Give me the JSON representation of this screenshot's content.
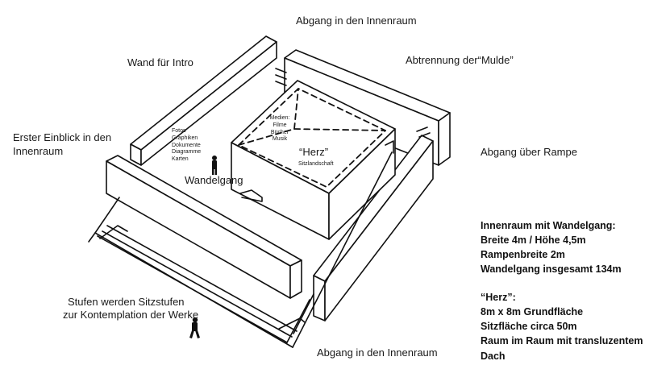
{
  "labels": {
    "abgang_top": "Abgang in den Innenraum",
    "wand_intro": "Wand für Intro",
    "abtrennung": "Abtrennung der“Mulde”",
    "erster_einblick_1": "Erster Einblick in den",
    "erster_einblick_2": "Innenraum",
    "abgang_rampe": "Abgang über Rampe",
    "wandelgang": "Wandelgang",
    "herz": "“Herz”",
    "sitzlandschaft": "Sitzlandschaft",
    "stufen_1": "Stufen werden Sitzstufen",
    "stufen_2": "zur Kontemplation der Werke",
    "abgang_bottom": "Abgang in den Innenraum"
  },
  "wall_list": [
    "Fotos",
    "Graphiken",
    "Dokumente",
    "Diagramme",
    "Karten"
  ],
  "medien": [
    "Medien:",
    "Filme",
    "Bücher",
    "Musik"
  ],
  "spec_innenraum": [
    "Innenraum mit Wandelgang:",
    "Breite 4m / Höhe 4,5m",
    "Rampenbreite 2m",
    "Wandelgang insgesamt 134m"
  ],
  "spec_herz": [
    "“Herz”:",
    "8m x 8m Grundfläche",
    "Sitzfläche circa 50m",
    "Raum im Raum mit transluzentem",
    "Dach"
  ],
  "colors": {
    "ink": "#111111",
    "background": "#ffffff"
  }
}
